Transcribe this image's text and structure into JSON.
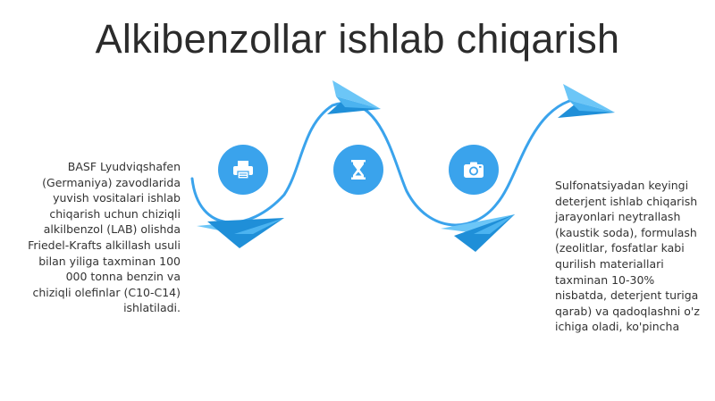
{
  "title": "Alkibenzollar ishlab chiqarish",
  "left_text": "BASF Lyudviqshafen (Germaniya) zavodlarida yuvish vositalari ishlab chiqarish uchun chiziqli alkilbenzol (LAB) olishda Friedel-Krafts alkillash usuli bilan yiligа taxminan 100 000 tonna benzin va chiziqli olefinlar (C10-C14) ishlatiladi.",
  "right_text": "Sulfonatsiyadan keyingi deterjent ishlab chiqarish jarayonlari neytrallash (kaustik soda), formulash (zeolitlar, fosfatlar kabi qurilish materiallari taxminan 10-30% nisbatda, deterjent turiga qarab) va qadoqlashni o'z ichiga oladi, ko'pincha",
  "icons": [
    "printer-icon",
    "hourglass-icon",
    "camera-icon"
  ],
  "colors": {
    "accent": "#3aa3ec",
    "plane_light": "#6cc6f7",
    "plane_dark": "#1f8fd8",
    "text": "#333333",
    "title": "#2b2b2b"
  }
}
